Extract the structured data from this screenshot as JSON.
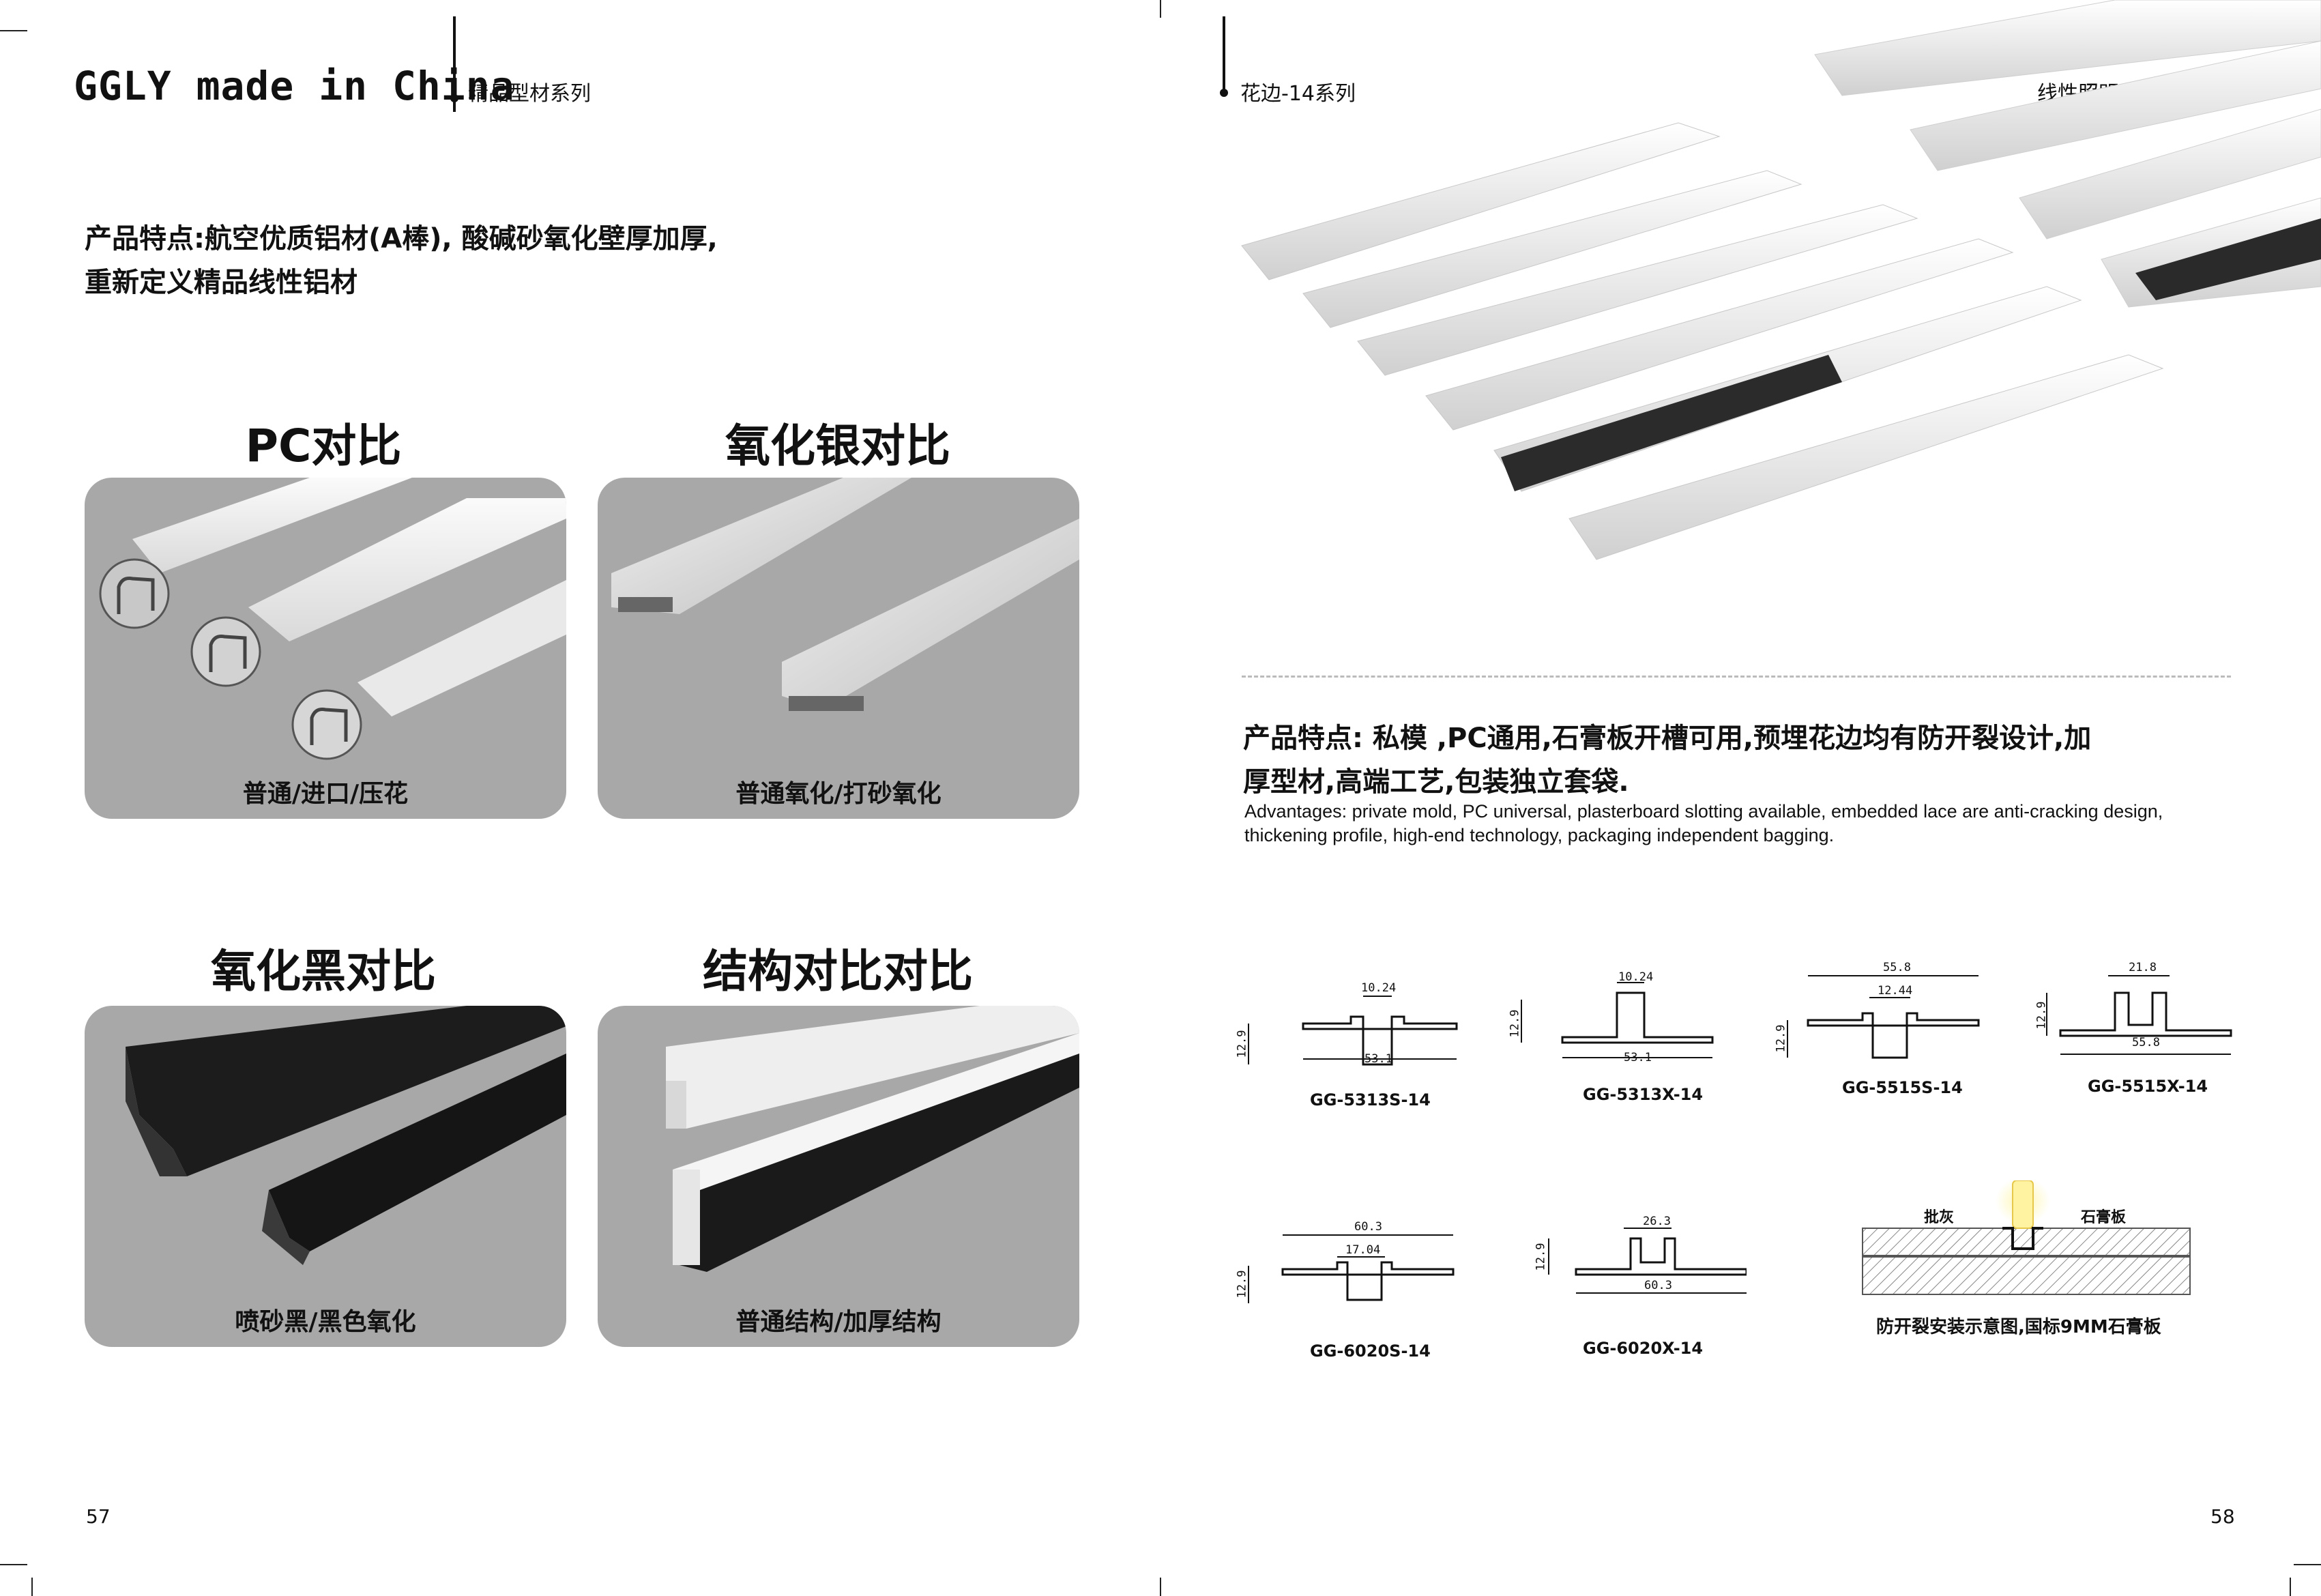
{
  "header": {
    "brand": "GGLY made in China",
    "left_series": "精品型材系列",
    "right_series": "花边-14系列",
    "right_tagline": "线性照明落地解决方案"
  },
  "left_page": {
    "feature_line1": "产品特点:航空优质铝材(A棒), 酸碱砂氧化壁厚加厚,",
    "feature_line2": "重新定义精品线性铝材",
    "comparisons": [
      {
        "title": "PC对比",
        "label": "普通/进口/压花"
      },
      {
        "title": "氧化银对比",
        "label": "普通氧化/打砂氧化"
      },
      {
        "title": "氧化黑对比",
        "label": "喷砂黑/黑色氧化"
      },
      {
        "title": "结构对比对比",
        "label": "普通结构/加厚结构"
      }
    ],
    "page_number": "57"
  },
  "right_page": {
    "feature_line1": "产品特点: 私模 ,PC通用,石膏板开槽可用,预埋花边均有防开裂设计,加",
    "feature_line2": "厚型材,高端工艺,包装独立套袋.",
    "advantages_line1": "Advantages: private mold, PC universal, plasterboard slotting available, embedded lace are anti-cracking design,",
    "advantages_line2": "thickening profile, high-end technology, packaging independent bagging.",
    "profiles": [
      {
        "model": "GG-5313S-14",
        "top": "10.24",
        "height": "12.9",
        "bottom": "53.1"
      },
      {
        "model": "GG-5313X-14",
        "top": "10.24",
        "height": "12.9",
        "bottom": "53.1"
      },
      {
        "model": "GG-5515S-14",
        "top": "55.8",
        "inner": "12.44",
        "height": "12.9"
      },
      {
        "model": "GG-5515X-14",
        "top": "21.8",
        "height": "12.9",
        "bottom": "55.8"
      },
      {
        "model": "GG-6020S-14",
        "top": "60.3",
        "inner": "17.04",
        "height": "12.9"
      },
      {
        "model": "GG-6020X-14",
        "top": "26.3",
        "height": "12.9",
        "bottom": "60.3"
      }
    ],
    "install": {
      "left_label": "批灰",
      "right_label": "石膏板",
      "caption": "防开裂安装示意图,国标9MM石膏板"
    },
    "page_number": "58"
  }
}
